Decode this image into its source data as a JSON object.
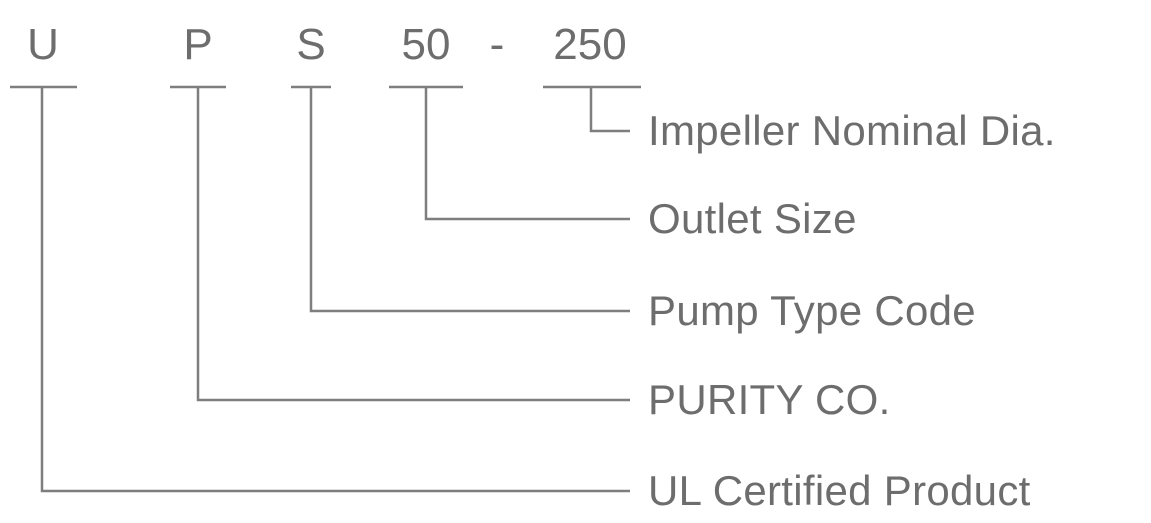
{
  "colors": {
    "background": "#ffffff",
    "text": "#6d6d6d",
    "line": "#7e7e7e"
  },
  "model_code": {
    "segments": [
      {
        "text": "U",
        "meaning": "UL Certified Product"
      },
      {
        "text": "P",
        "meaning": "PURITY CO."
      },
      {
        "text": "S",
        "meaning": "Pump Type Code"
      },
      {
        "text": "50",
        "meaning": "Outlet Size"
      },
      {
        "text": "-",
        "meaning": ""
      },
      {
        "text": "250",
        "meaning": "Impeller Nominal Dia."
      }
    ]
  }
}
